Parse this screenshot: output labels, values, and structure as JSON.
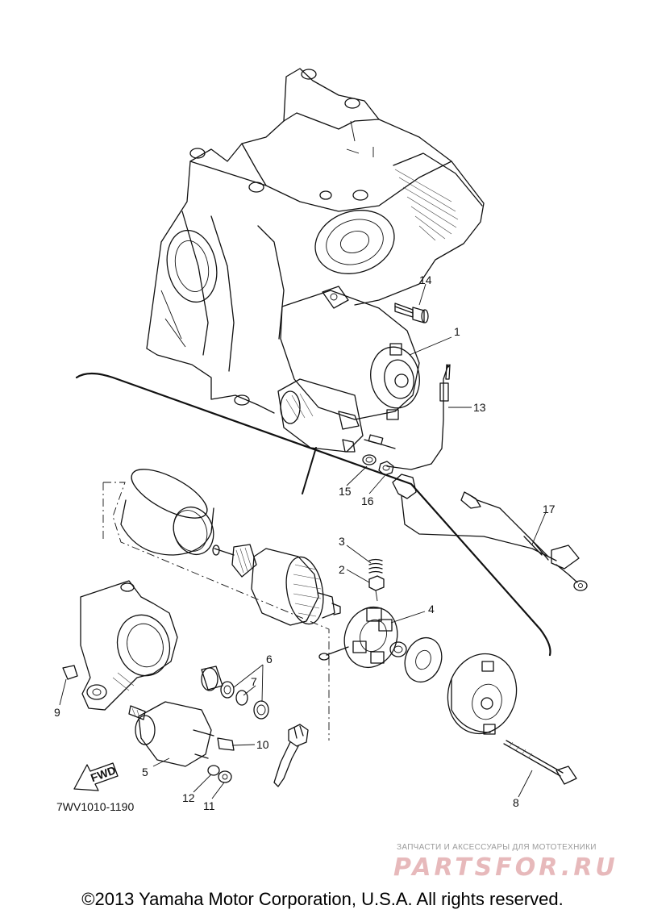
{
  "diagram": {
    "part_code": "7WV1010-1190",
    "fwd_label": "FWD",
    "callouts": [
      {
        "id": "c1",
        "label": "1"
      },
      {
        "id": "c2",
        "label": "2"
      },
      {
        "id": "c3",
        "label": "3"
      },
      {
        "id": "c4",
        "label": "4"
      },
      {
        "id": "c5",
        "label": "5"
      },
      {
        "id": "c6",
        "label": "6"
      },
      {
        "id": "c7",
        "label": "7"
      },
      {
        "id": "c8",
        "label": "8"
      },
      {
        "id": "c9",
        "label": "9"
      },
      {
        "id": "c10",
        "label": "10"
      },
      {
        "id": "c11",
        "label": "11"
      },
      {
        "id": "c12",
        "label": "12"
      },
      {
        "id": "c13",
        "label": "13"
      },
      {
        "id": "c14",
        "label": "14"
      },
      {
        "id": "c15",
        "label": "15"
      },
      {
        "id": "c16",
        "label": "16"
      },
      {
        "id": "c17",
        "label": "17"
      }
    ]
  },
  "watermark": {
    "tagline": "ЗАПЧАСТИ И АКСЕССУАРЫ ДЛЯ МОТОТЕХНИКИ",
    "logo": "PARTSFOR.RU"
  },
  "footer": {
    "copyright": "©2013 Yamaha Motor Corporation, U.S.A. All rights reserved."
  },
  "colors": {
    "line": "#111111",
    "background": "#ffffff",
    "watermark_logo": "#e7b9bb",
    "watermark_text": "#9b9b9b"
  }
}
